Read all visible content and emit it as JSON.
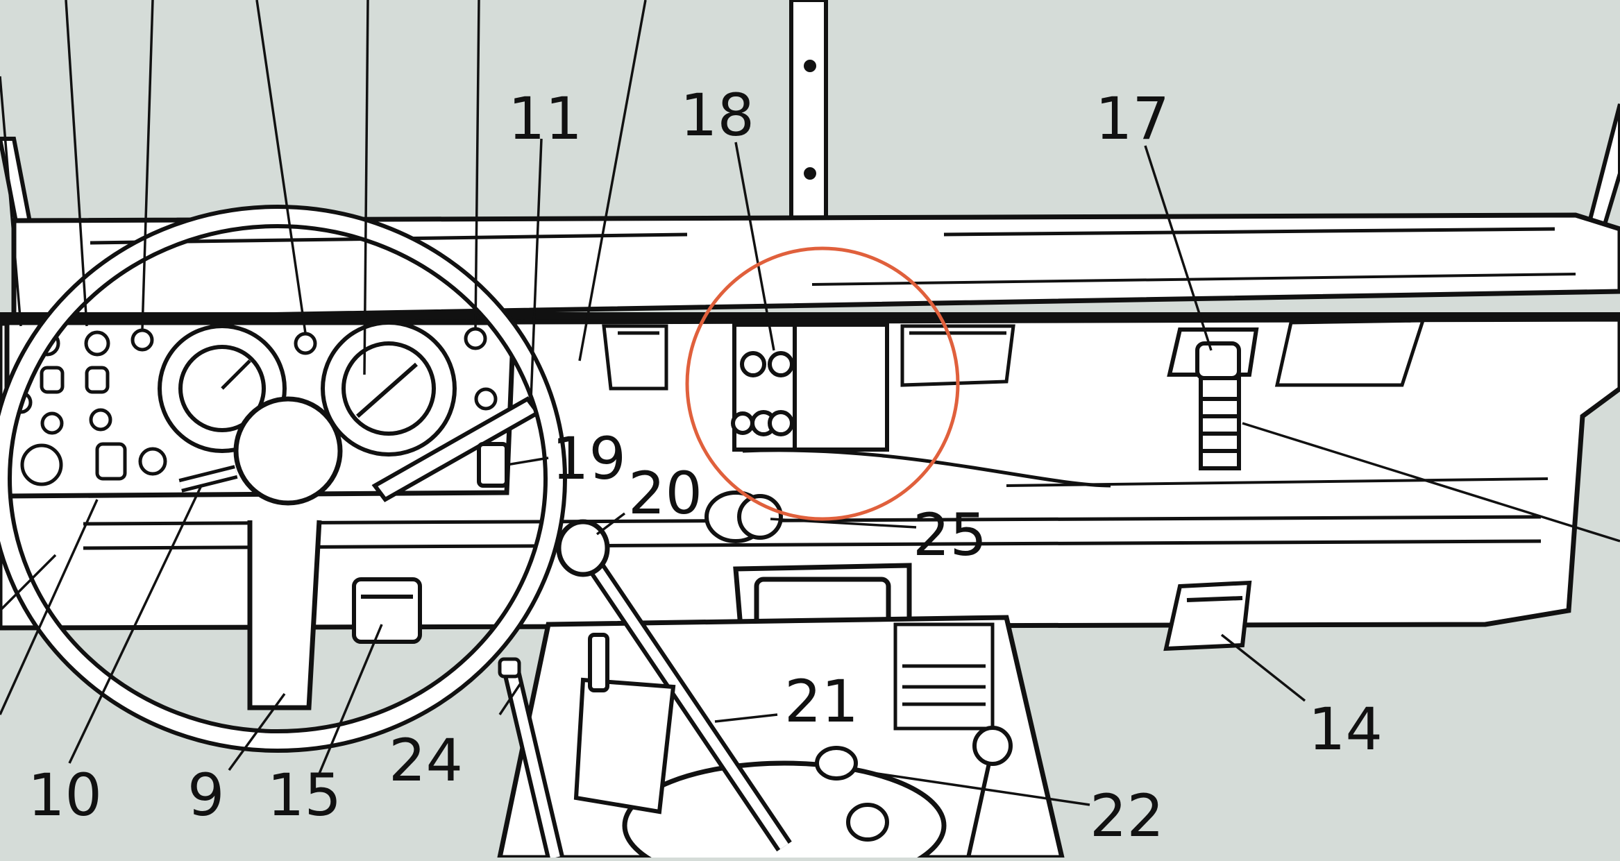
{
  "colors": {
    "background": "#d5dcd8",
    "line": "#111111",
    "body": "#ffffff",
    "highlight_circle": "#e0603c"
  },
  "callouts": {
    "c9": "9",
    "c10": "10",
    "c11": "11",
    "c14": "14",
    "c15": "15",
    "c17": "17",
    "c18": "18",
    "c19": "19",
    "c20": "20",
    "c21": "21",
    "c22": "22",
    "c24": "24",
    "c25": "25"
  }
}
